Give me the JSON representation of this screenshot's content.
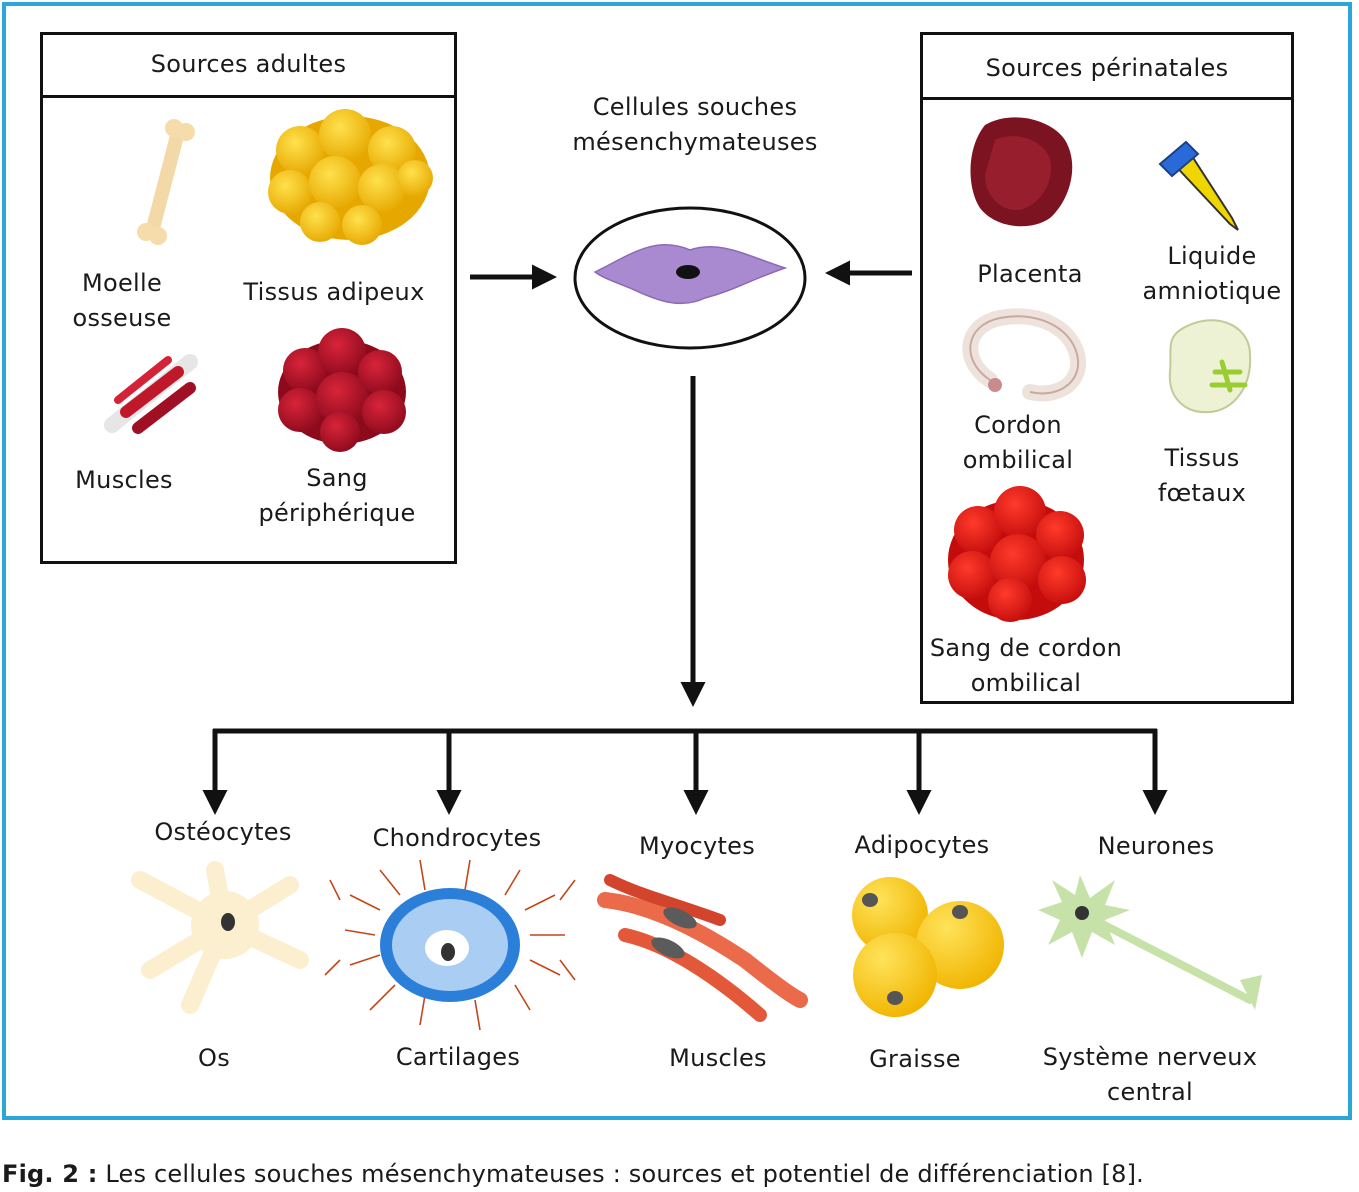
{
  "center": {
    "title": "Cellules souches\nmésenchymateuses"
  },
  "adult": {
    "header": "Sources adultes",
    "items": [
      {
        "label": "Moelle\nosseuse",
        "icon": "bone-icon"
      },
      {
        "label": "Tissus adipeux",
        "icon": "adipose-tissue-icon"
      },
      {
        "label": "Muscles",
        "icon": "muscle-icon"
      },
      {
        "label": "Sang\npériphérique",
        "icon": "blood-cells-icon"
      }
    ]
  },
  "perinatal": {
    "header": "Sources périnatales",
    "items": [
      {
        "label": "Placenta",
        "icon": "placenta-icon"
      },
      {
        "label": "Liquide\namniotique",
        "icon": "tube-icon"
      },
      {
        "label": "Cordon\nombilical",
        "icon": "umbilical-cord-icon"
      },
      {
        "label": "Tissus\nfœtaux",
        "icon": "fetus-icon"
      },
      {
        "label": "Sang de cordon\nombilical",
        "icon": "cord-blood-icon"
      }
    ]
  },
  "outputs": [
    {
      "cell": "Ostéocytes",
      "tissue": "Os",
      "icon": "osteocyte-icon"
    },
    {
      "cell": "Chondrocytes",
      "tissue": "Cartilages",
      "icon": "chondrocyte-icon"
    },
    {
      "cell": "Myocytes",
      "tissue": "Muscles",
      "icon": "myocyte-icon"
    },
    {
      "cell": "Adipocytes",
      "tissue": "Graisse",
      "icon": "adipocyte-icon"
    },
    {
      "cell": "Neurones",
      "tissue": "Système nerveux\ncentral",
      "icon": "neuron-icon"
    }
  ],
  "caption": {
    "prefix": "Fig. 2 :",
    "text": " Les cellules souches mésenchymateuses : sources et potentiel de différenciation [8]."
  },
  "colors": {
    "frame": "#2ba6d8",
    "msc": "#a98ad0",
    "adipose": "#f2c400",
    "blood": "#c8102e",
    "cord_blood": "#e81c1c"
  }
}
